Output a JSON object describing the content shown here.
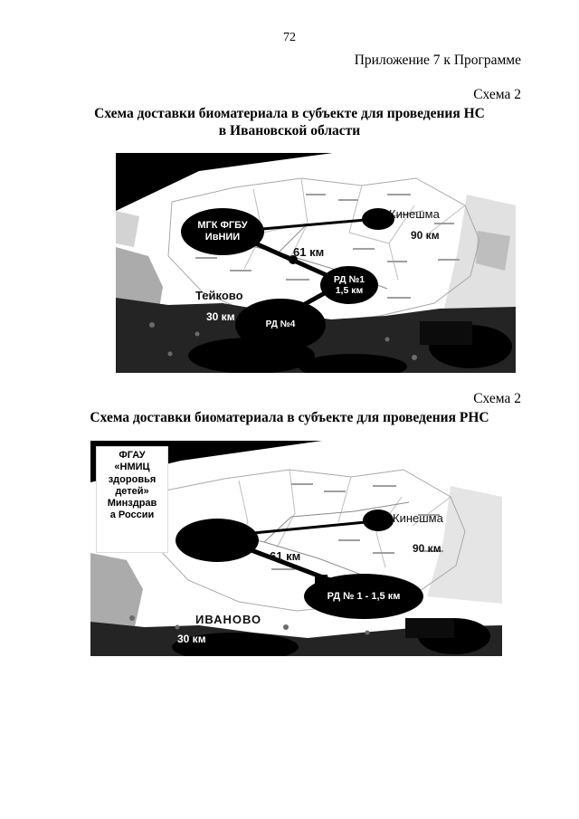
{
  "page": {
    "number": "72",
    "annex": "Приложение 7 к Программе"
  },
  "scheme1": {
    "label": "Схема 2",
    "title_line1": "Схема доставки биоматериала в субъекте для проведения НС",
    "title_line2": "в Ивановской области",
    "map": {
      "facility_ellipse": "МГК ФГБУ\nИвНИИ",
      "city_kineshma": "Кинешма",
      "dist_61": "61 км",
      "dist_90": "90 км",
      "rd1_ellipse": "РД №1\n1,5 км",
      "city_teykovo": "Тейково",
      "dist_30": "30 км",
      "rd4_blob": "РД №4"
    }
  },
  "scheme2": {
    "label": "Схема 2",
    "title": "Схема доставки биоматериала в субъекте для проведения РНС",
    "map": {
      "facility_box": "ФГАУ\n«НМИЦ\nздоровья\nдетей»\nМинздрав\nа России",
      "city_kineshma": "Кинешма",
      "dist_61": "61 км",
      "dist_90": "90 км",
      "rd1_ellipse": "РД № 1 - 1,5 км",
      "city_ivanovo": "ИВАНОВО",
      "dist_30": "30 км"
    }
  }
}
